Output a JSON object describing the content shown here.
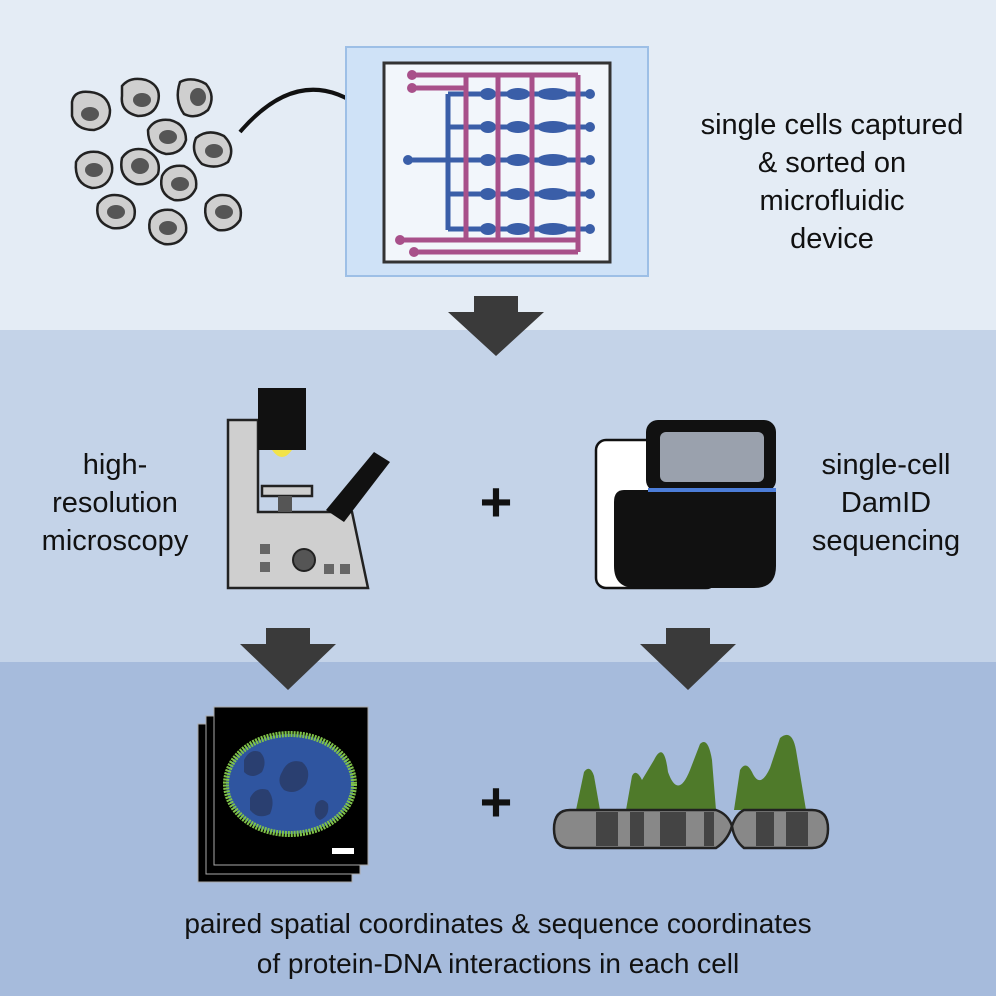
{
  "steps": {
    "capture": "single cells captured\n& sorted on\nmicrofluidic\ndevice",
    "microscopy": "high-\nresolution\nmicroscopy",
    "sequencing": "single-cell\nDamID\nsequencing",
    "result": "paired spatial coordinates & sequence coordinates\nof protein-DNA interactions in each cell"
  },
  "symbols": {
    "plus": "+"
  },
  "colors": {
    "band_top": "#e4ecf5",
    "band_mid": "#c4d3e8",
    "band_bot": "#a6bbdc",
    "arrow": "#3a3a3a",
    "channel_blue": "#3a5ea8",
    "channel_magenta": "#a8508a",
    "nucleus_fill": "#2f55a0",
    "envelope_green": "#7fc24a",
    "signal_green": "#4f7a2a"
  }
}
